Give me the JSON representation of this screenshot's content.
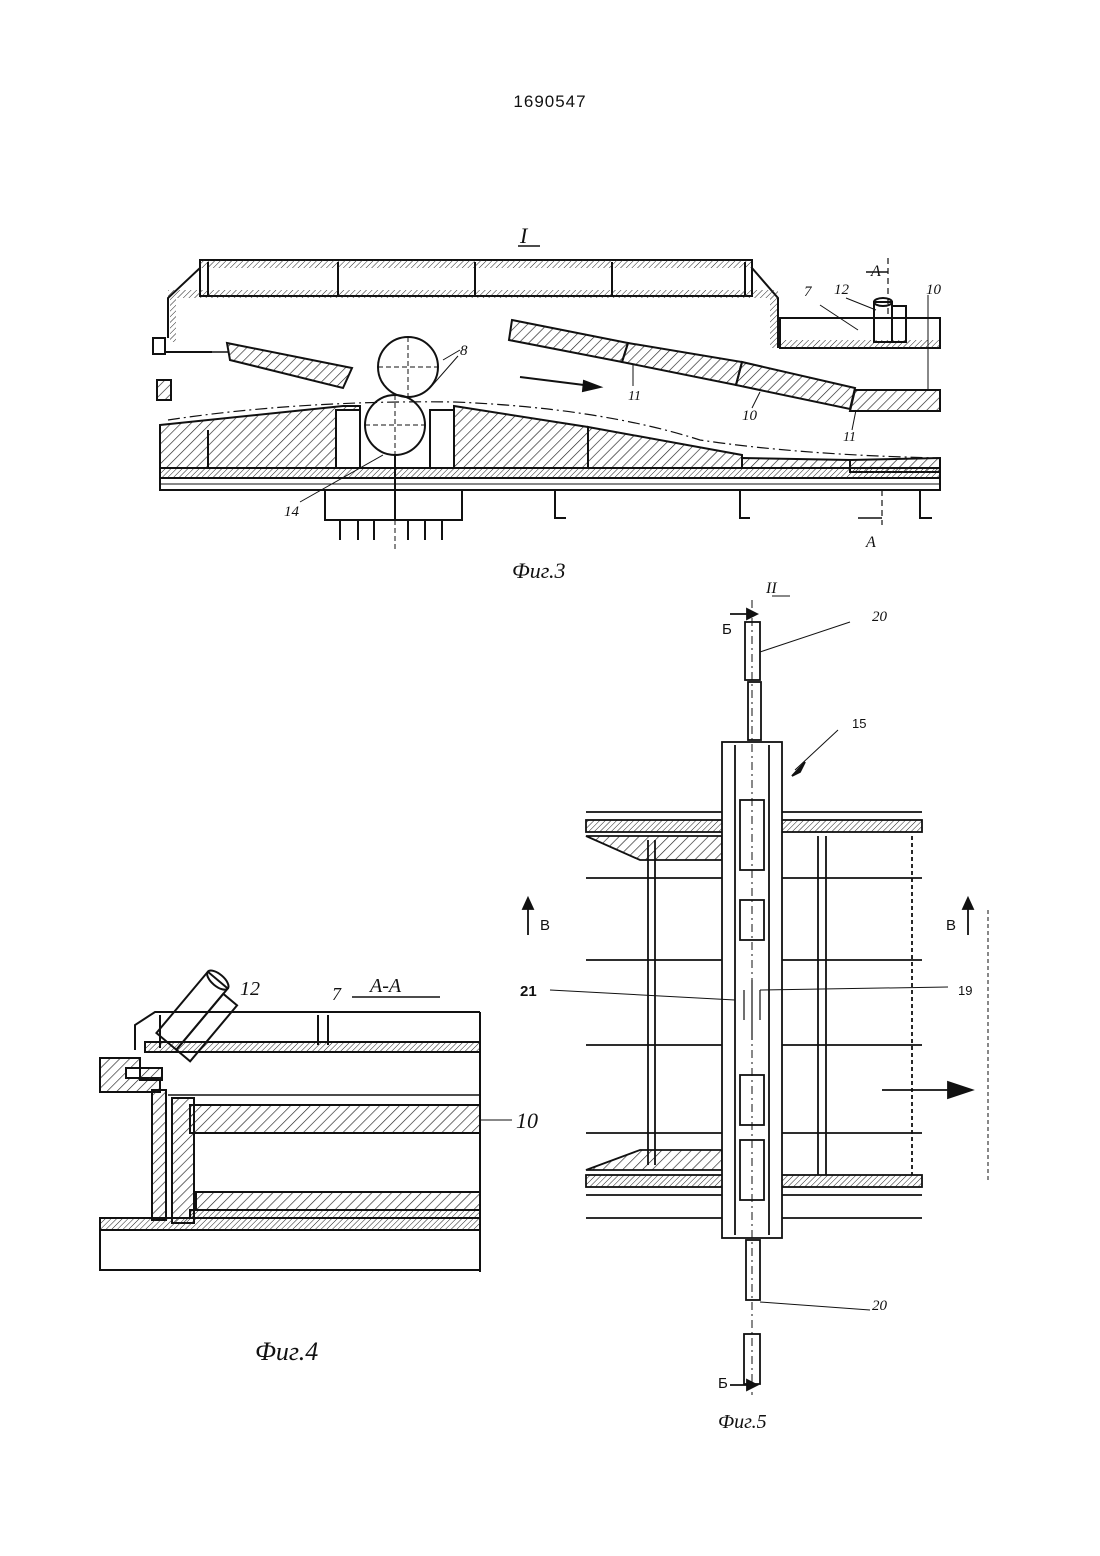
{
  "document_number": "1690547",
  "figures": {
    "fig3": {
      "caption": "Фиг.3",
      "view_mark": "I",
      "section_mark": "A",
      "labels": [
        "7",
        "12",
        "10",
        "8",
        "11",
        "10",
        "11",
        "14"
      ]
    },
    "fig4": {
      "caption": "Фиг.4",
      "section_title": "A-A",
      "labels": [
        "12",
        "7",
        "10"
      ]
    },
    "fig5": {
      "caption": "Фиг.5",
      "view_mark": "II",
      "section_b": "Б",
      "section_v": "В",
      "labels": [
        "20",
        "15",
        "21",
        "19",
        "20"
      ]
    }
  }
}
